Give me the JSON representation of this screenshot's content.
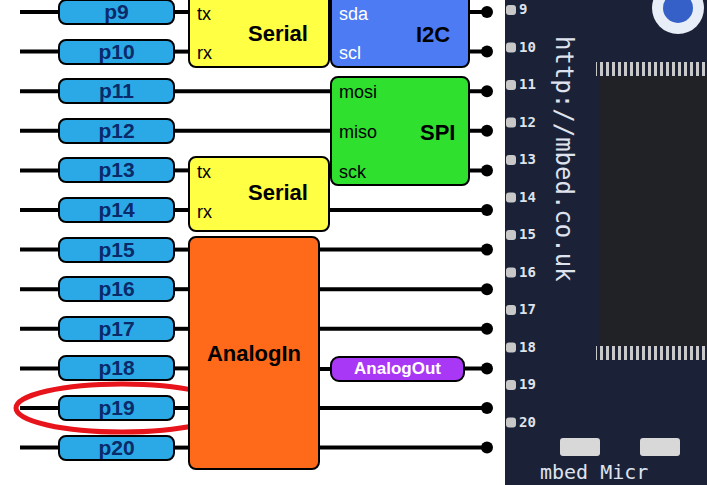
{
  "diagram": {
    "nodes": [
      {
        "text": [
          "p9"
        ]
      },
      {
        "text": [
          "p10"
        ]
      },
      {
        "text": [
          "p11"
        ]
      },
      {
        "text": [
          "p12"
        ]
      },
      {
        "text": [
          "p13"
        ]
      },
      {
        "text": [
          "p14"
        ]
      },
      {
        "text": [
          "p15"
        ]
      },
      {
        "text": [
          "p16"
        ]
      },
      {
        "text": [
          "p17"
        ]
      },
      {
        "text": [
          "p18"
        ]
      },
      {
        "text": [
          "p19"
        ]
      },
      {
        "text": [
          "p20"
        ]
      },
      {
        "text": [
          "tx",
          "rx",
          "Serial"
        ]
      },
      {
        "text": [
          "sda",
          "scl",
          "I2C"
        ]
      },
      {
        "text": [
          "mosi",
          "miso",
          "SPI",
          "sck"
        ]
      },
      {
        "text": [
          "tx",
          "rx",
          "Serial"
        ]
      },
      {
        "text": [
          "AnalogIn"
        ]
      },
      {
        "text": [
          "AnalogOut"
        ]
      }
    ],
    "edges": [
      {
        "from": 0,
        "to": 12,
        "arrow": "none"
      },
      {
        "from": 1,
        "to": 12,
        "arrow": "none"
      },
      {
        "from": 2,
        "to": 14,
        "arrow": "none"
      },
      {
        "from": 3,
        "to": 14,
        "arrow": "none"
      },
      {
        "from": 4,
        "to": 15,
        "arrow": "none"
      },
      {
        "from": 5,
        "to": 15,
        "arrow": "none"
      },
      {
        "from": 6,
        "to": 16,
        "arrow": "none"
      },
      {
        "from": 7,
        "to": 16,
        "arrow": "none"
      },
      {
        "from": 8,
        "to": 16,
        "arrow": "none"
      },
      {
        "from": 9,
        "to": 16,
        "arrow": "none"
      },
      {
        "from": 10,
        "to": 16,
        "arrow": "none"
      },
      {
        "from": 11,
        "to": 16,
        "arrow": "none"
      },
      {
        "from": 16,
        "to": 17,
        "arrow": "none"
      }
    ],
    "labels": [
      "9",
      "10",
      "11",
      "12",
      "13",
      "14",
      "15",
      "16",
      "17",
      "18",
      "19",
      "20",
      "http://mbed.co.uk",
      "mbed Micr"
    ]
  }
}
